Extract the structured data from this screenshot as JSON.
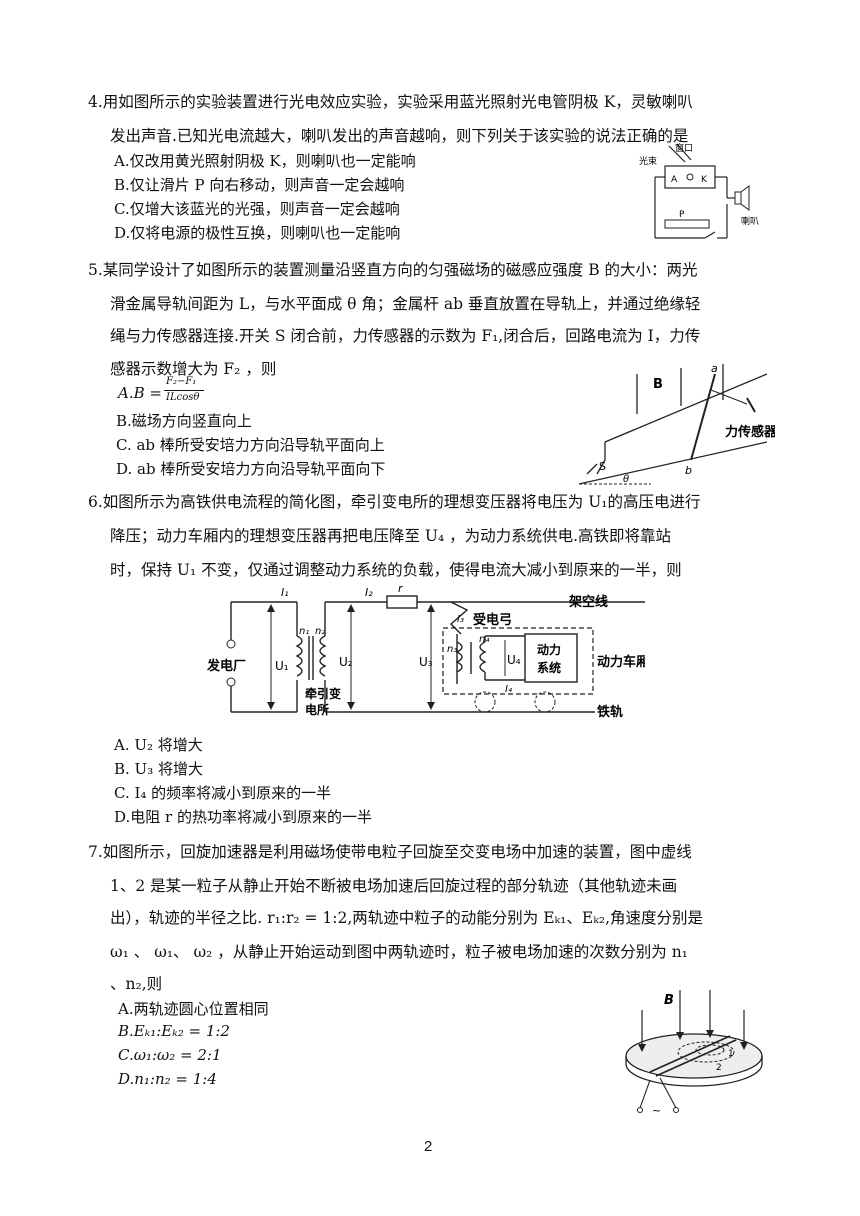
{
  "q4": {
    "lines": [
      "4.用如图所示的实验装置进行光电效应实验，实验采用蓝光照射光电管阴极 K，灵敏喇叭",
      "发出声音.已知光电流越大，喇叭发出的声音越响，则下列关于该实验的说法正确的是"
    ],
    "options": [
      "A.仅改用黄光照射阴极 K，则喇叭也一定能响",
      "B.仅让滑片 P  向右移动，则声音一定会越响",
      "C.仅增大该蓝光的光强，则声音一定会越响",
      "D.仅将电源的极性互换，则喇叭也一定能响"
    ],
    "figure_labels": {
      "window": "窗口",
      "beam": "光束",
      "a": "A",
      "k": "K",
      "p": "P",
      "speaker": "喇叭"
    }
  },
  "q5": {
    "lines": [
      "5.某同学设计了如图所示的装置测量沿竖直方向的匀强磁场的磁感应强度 B 的大小：两光",
      "滑金属导轨间距为 L，与水平面成 θ 角；金属杆 ab 垂直放置在导轨上，并通过绝缘轻",
      "绳与力传感器连接.开关 S 闭合前，力传感器的示数为 F₁,闭合后，回路电流为 I，力传",
      "感器示数增大为 F₂ ，则"
    ],
    "option_a": "A.B = (F₂−F₁)/(ILcosθ)",
    "option_a_parts": {
      "lhs": "A.B =",
      "num": "F₂−F₁",
      "den": "ILcosθ"
    },
    "options": [
      "B.磁场方向竖直向上",
      "C.  ab 棒所受安培力方向沿导轨平面向上",
      "D.  ab 棒所受安培力方向沿导轨平面向下"
    ],
    "figure_labels": {
      "b_field": "B",
      "a": "a",
      "b": "b",
      "s": "S",
      "theta": "θ",
      "sensor": "力传感器"
    }
  },
  "q6": {
    "lines": [
      "6.如图所示为高铁供电流程的简化图，牵引变电所的理想变压器将电压为 U₁的高压电进行",
      "降压；动力车厢内的理想变压器再把电压降至 U₄ ，为动力系统供电.高铁即将靠站",
      "时，保持 U₁ 不变，仅通过调整动力系统的负载，使得电流大减小到原来的一半，则"
    ],
    "options": [
      "A.  U₂  将增大",
      "B.  U₃  将增大",
      "C.  I₄    的频率将减小到原来的一半",
      "D.电阻 r 的热功率将减小到原来的一半"
    ],
    "figure_labels": {
      "plant": "发电厂",
      "u1": "U₁",
      "i1": "I₁",
      "n1": "n₁",
      "n2": "n₂",
      "u2": "U₂",
      "sub_line1": "牵引变",
      "sub_line2": "电所",
      "i2": "I₂",
      "r": "r",
      "u3": "U₃",
      "i3": "I₃",
      "pantograph": "受电弓",
      "overhead": "架空线",
      "n3": "n₃",
      "n4": "n₄",
      "u4": "U₄",
      "system_line1": "动力",
      "system_line2": "系统",
      "i4": "I₄",
      "car": "动力车厢",
      "rail": "铁轨"
    }
  },
  "q7": {
    "lines": [
      "7.如图所示，回旋加速器是利用磁场使带电粒子回旋至交变电场中加速的装置，图中虚线",
      "1、2 是某一粒子从静止开始不断被电场加速后回旋过程的部分轨迹（其他轨迹未画",
      "出），轨迹的半径之比. r₁:r₂ = 1:2,两轨迹中粒子的动能分别为 Eₖ₁、Eₖ₂,角速度分别是",
      "ω₁ 、 ω₁、 ω₂ ，从静止开始运动到图中两轨迹时，粒子被电场加速的次数分别为 n₁",
      "、n₂,则"
    ],
    "options": [
      "A.两轨迹圆心位置相同",
      "B.Eₖ₁:Eₖ₂ = 1:2",
      "C.ω₁:ω₂ = 2:1",
      "D.n₁:n₂ = 1:4"
    ],
    "figure_labels": {
      "b_field": "B",
      "track1": "1",
      "track2": "2",
      "ac": "~"
    }
  },
  "page_number": "2"
}
